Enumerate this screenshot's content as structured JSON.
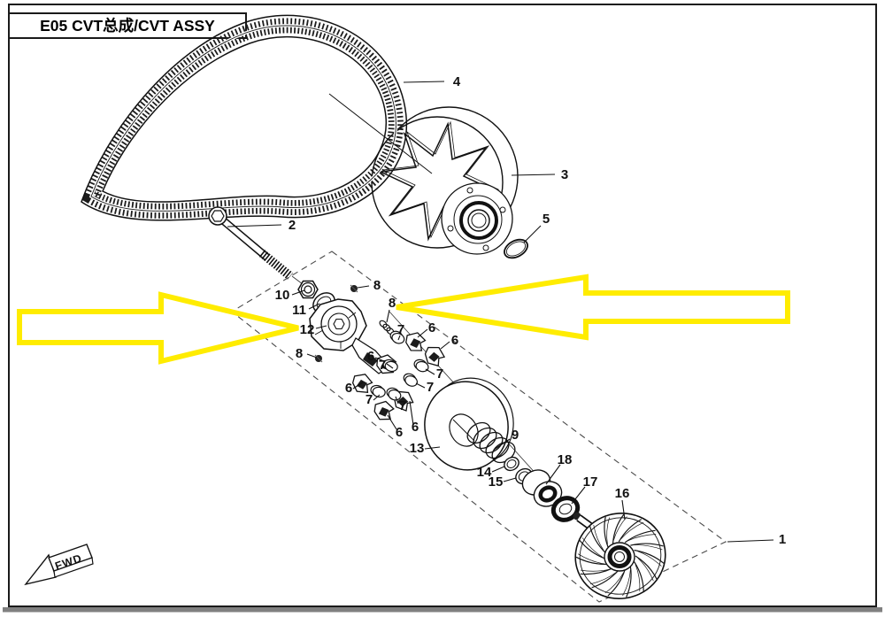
{
  "title": "E05 CVT总成/CVT ASSY",
  "fwd_label": "FWD",
  "colors": {
    "highlight_arrow": "#ffec00",
    "ink": "#111111",
    "dash_outline": "#4a4a4a",
    "bottom_bar": "#808080"
  },
  "callouts": {
    "n1": "1",
    "n2": "2",
    "n3": "3",
    "n4": "4",
    "n5": "5",
    "n6": "6",
    "n7": "7",
    "n8": "8",
    "n9": "9",
    "n10": "10",
    "n11": "11",
    "n12": "12",
    "n13": "13",
    "n14": "14",
    "n15": "15",
    "n16": "16",
    "n17": "17",
    "n18": "18"
  }
}
